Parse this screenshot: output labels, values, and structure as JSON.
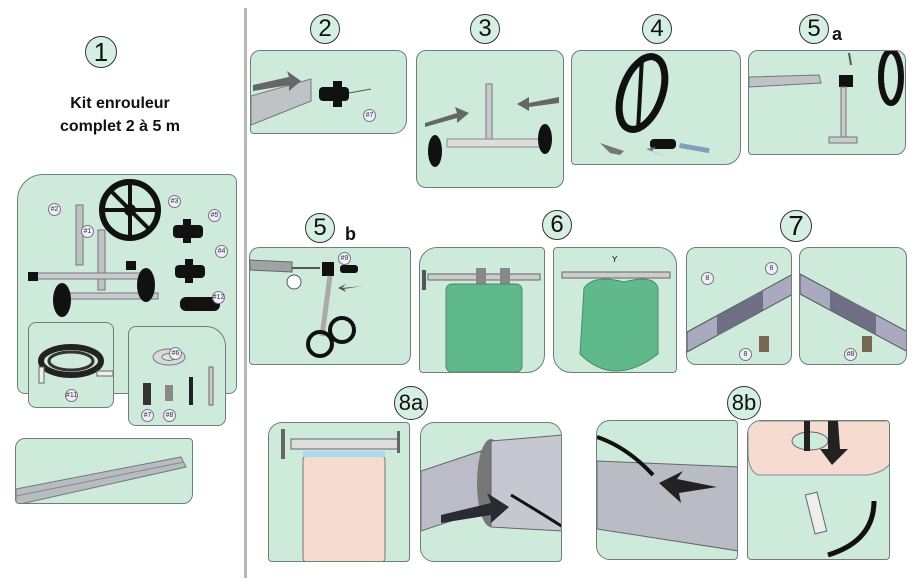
{
  "title": {
    "line1": "Kit enrouleur",
    "line2": "complet 2 à 5 m"
  },
  "steps": [
    {
      "id": "1",
      "label": "1"
    },
    {
      "id": "2",
      "label": "2"
    },
    {
      "id": "3",
      "label": "3"
    },
    {
      "id": "4",
      "label": "4"
    },
    {
      "id": "5a",
      "label": "5",
      "suffix": "a"
    },
    {
      "id": "5b",
      "label": "5",
      "suffix": "b"
    },
    {
      "id": "6",
      "label": "6"
    },
    {
      "id": "7",
      "label": "7"
    },
    {
      "id": "8a",
      "label": "8a"
    },
    {
      "id": "8b",
      "label": "8b"
    }
  ],
  "parts": {
    "p1": "#1",
    "p2": "#2",
    "p3": "#3",
    "p4": "#4",
    "p5": "#5",
    "p6": "#6",
    "p7": "#7",
    "p8": "#8",
    "p11": "#11",
    "p12": "#12"
  },
  "step2_label": "#7",
  "step5b_label": "#9",
  "step6": {
    "dimension": "Y"
  },
  "step7": {
    "label_a": "8",
    "label_b": "8",
    "label_c": "8",
    "label_d": "#8"
  },
  "colors": {
    "panel": "#cdeadb",
    "cover_green": "#5fb98a",
    "cover_pink": "#f6dcd0",
    "outline": "#6f7f78"
  }
}
